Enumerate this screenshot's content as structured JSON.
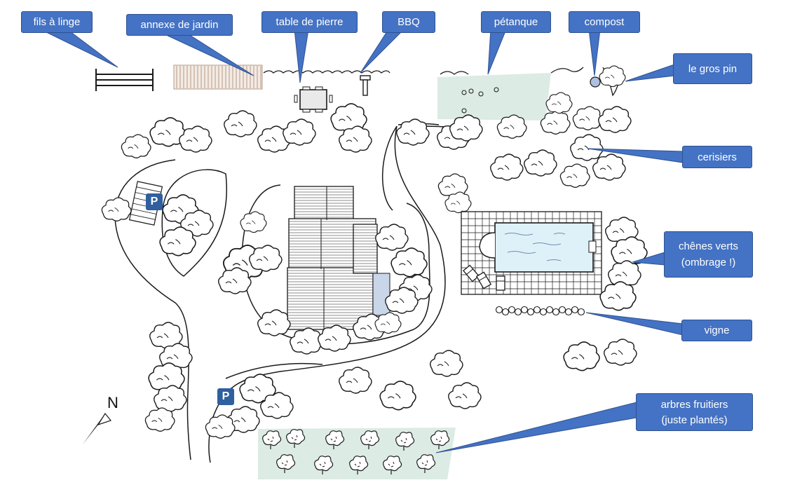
{
  "labels": {
    "fils_a_linge": "fils à linge",
    "annexe_de_jardin": "annexe de jardin",
    "table_de_pierre": "table de pierre",
    "bbq": "BBQ",
    "petanque": "pétanque",
    "compost": "compost",
    "gros_pin": "le gros pin",
    "cerisiers": "cerisiers",
    "chenes_verts_line1": "chênes verts",
    "chenes_verts_line2": "(ombrage !)",
    "vigne": "vigne",
    "arbres_fruitiers_line1": "arbres fruitiers",
    "arbres_fruitiers_line2": "(juste plantés)"
  },
  "parking_symbol": "P",
  "north_symbol": "N",
  "colors": {
    "label_fill": "#4472c4",
    "label_border": "#2f528f",
    "green_zone": "#dcebe3",
    "pool_water": "#dff1f8",
    "house_annex": "#c9d6ea",
    "ink": "#1a1a1a"
  }
}
